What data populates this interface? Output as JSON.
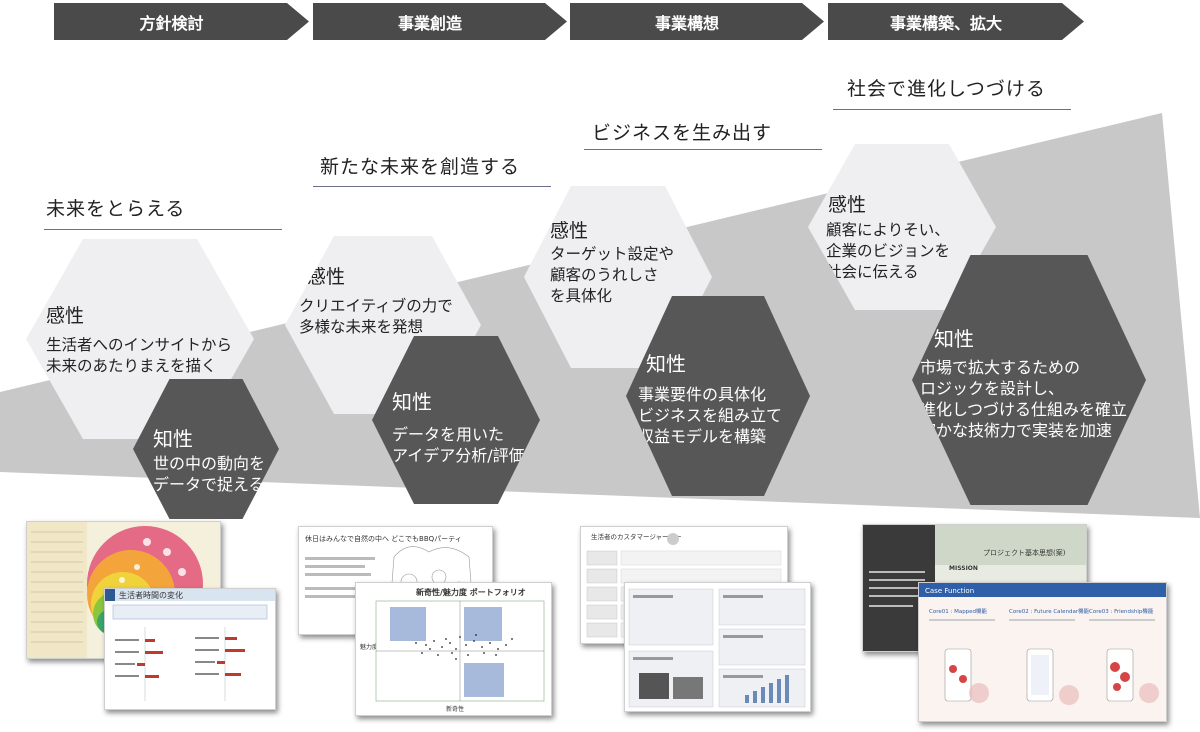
{
  "phases": [
    {
      "label": "方針検討"
    },
    {
      "label": "事業創造"
    },
    {
      "label": "事業構想"
    },
    {
      "label": "事業構築、拡大"
    }
  ],
  "headings": [
    "未来をとらえる",
    "新たな未来を創造する",
    "ビジネスを生み出す",
    "社会で進化しつづける"
  ],
  "stages": [
    {
      "sensibility": {
        "title": "感性",
        "text": "生活者へのインサイトから\n未来のあたりまえを描く"
      },
      "intellect": {
        "title": "知性",
        "text": "世の中の動向を\nデータで捉える"
      }
    },
    {
      "sensibility": {
        "title": "感性",
        "text": "クリエイティブの力で\n多様な未来を発想"
      },
      "intellect": {
        "title": "知性",
        "text": "データを用いた\nアイデア分析/評価"
      }
    },
    {
      "sensibility": {
        "title": "感性",
        "text": "ターゲット設定や\n顧客のうれしさ\nを具体化"
      },
      "intellect": {
        "title": "知性",
        "text": "事業要件の具体化\nビジネスを組み立て\n収益モデルを構築"
      }
    },
    {
      "sensibility": {
        "title": "感性",
        "text": "顧客によりそい、\n企業のビジョンを\n社会に伝える"
      },
      "intellect": {
        "title": "知性",
        "text": "市場で拡大するための\nロジックを設計し、\n進化しつづける仕組みを確立\n確かな技術力で実装を加速"
      }
    }
  ],
  "thumbnails": {
    "t1_front_title": "生活者時間の変化",
    "t2_back_title": "休日はみんなで自然の中へ どこでもBBQパーティ",
    "t2_front_title": "新奇性/魅力度 ポートフォリオ",
    "t2_front_xlabel": "新奇性",
    "t2_front_ylabel": "魅力度",
    "t3_back_title": "生活者のカスタマージャーニー",
    "t4_back_title": "プロジェクト基本思想(案)",
    "t4_back_mission": "MISSION",
    "t4_front_title": "Case Function",
    "t4_front_cols": [
      "Core01 : Mapped機能",
      "Core02 : Future Calendar機能",
      "Core03 : Friendship機能"
    ]
  },
  "colors": {
    "arrow": "#4a4a4a",
    "wedge": "#c8c8c8",
    "hex_light": "#efeff1",
    "hex_dark": "#575757",
    "underline": "#6d6f8a"
  }
}
